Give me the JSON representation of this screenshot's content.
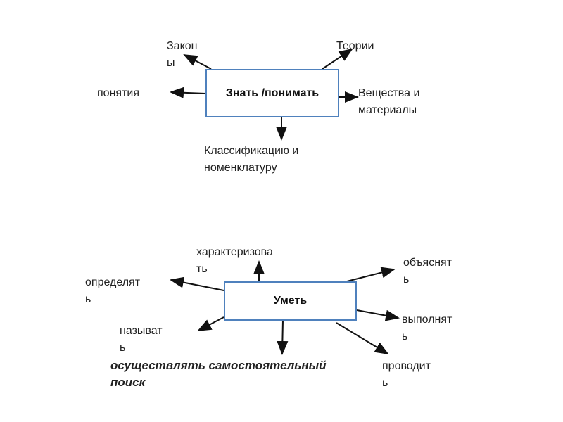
{
  "diagram1": {
    "center": "Знать /понимать",
    "labels": {
      "laws": [
        "Закон",
        "ы"
      ],
      "theories": [
        "Теории"
      ],
      "concepts": [
        "понятия"
      ],
      "substances": [
        "Вещества и",
        "материалы"
      ],
      "classification": [
        "Классификацию и",
        "номенклатуру"
      ]
    }
  },
  "diagram2": {
    "center": "Уметь",
    "labels": {
      "characterize": [
        "характеризова",
        "ть"
      ],
      "define": [
        "определят",
        "ь"
      ],
      "explain": [
        "объяснят",
        "ь"
      ],
      "perform": [
        "выполнят",
        "ь"
      ],
      "name": [
        "называт",
        "ь"
      ],
      "search": [
        "осуществлять самостоятельный",
        "поиск"
      ],
      "conduct": [
        "проводит",
        "ь"
      ]
    }
  }
}
